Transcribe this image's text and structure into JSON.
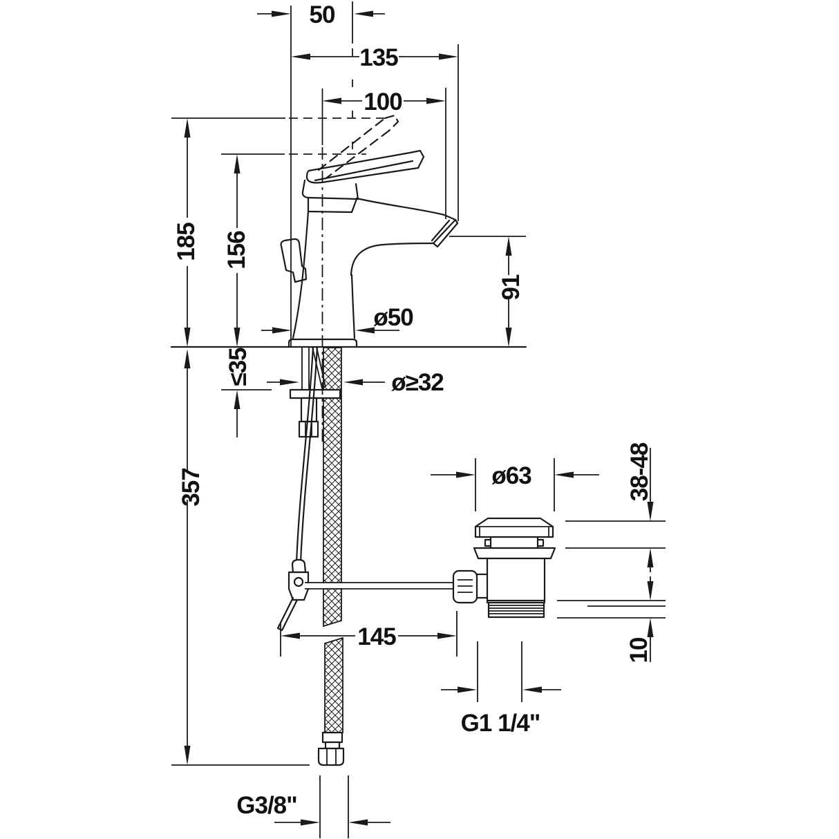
{
  "drawing": {
    "title": "Basin mixer technical dimension drawing",
    "subject": "Single-lever basin mixer with flexible supply hose and pop-up waste drain",
    "units": "mm",
    "colors": {
      "line": "#1a1a1a",
      "background": "#ffffff"
    },
    "dims": {
      "handle_projection": "50",
      "total_projection": "135",
      "spout_reach": "100",
      "total_height": "185",
      "handle_height": "156",
      "spout_height": "91",
      "base_diameter": "ø50",
      "max_deck_thickness": "≤35",
      "min_tap_hole": "ø≥32",
      "supply_hose_length": "357",
      "rod_reach": "145",
      "waste_cap_diameter": "ø63",
      "waste_deck_range": "38-48",
      "waste_thread_length": "10",
      "waste_thread": "G1 1/4\"",
      "supply_thread": "G3/8\""
    }
  }
}
